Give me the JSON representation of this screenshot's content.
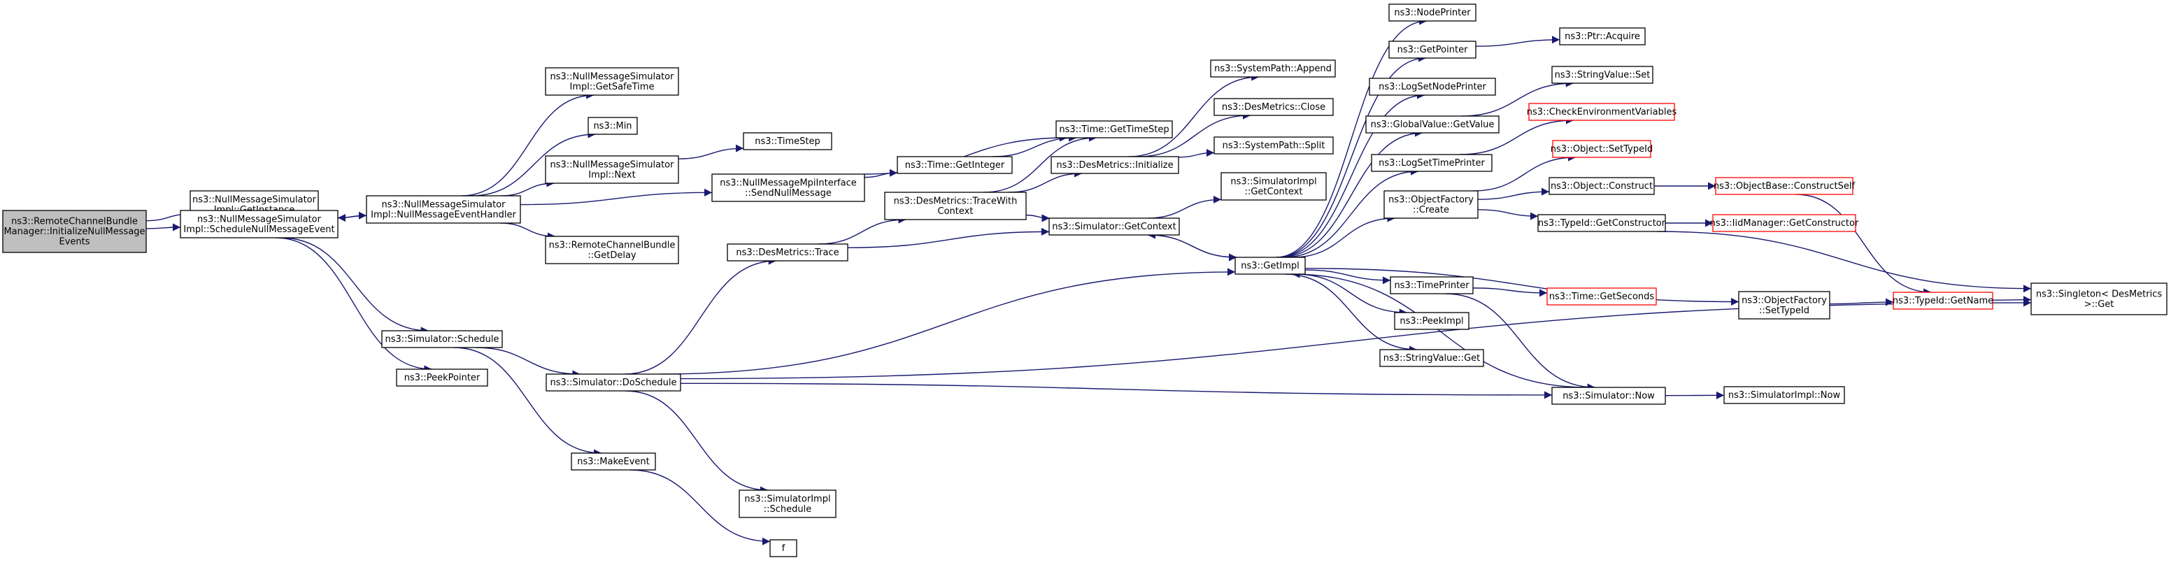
{
  "colors": {
    "edge": "#191970",
    "node_fill": "#ffffff",
    "node_stroke": "#000000",
    "root_fill": "#bfbfbf",
    "truncated_stroke": "#ff0000"
  },
  "nodes": [
    {
      "id": "root",
      "lines": [
        "ns3::RemoteChannelBundle",
        "Manager::InitializeNullMessage",
        "Events"
      ],
      "style": "root"
    },
    {
      "id": "nmsGetInstance",
      "lines": [
        "ns3::NullMessageSimulator",
        "Impl::GetInstance"
      ]
    },
    {
      "id": "nmsSchedNME",
      "lines": [
        "ns3::NullMessageSimulator",
        "Impl::ScheduleNullMessageEvent"
      ]
    },
    {
      "id": "nmsGetSafeTime",
      "lines": [
        "ns3::NullMessageSimulator",
        "Impl::GetSafeTime"
      ]
    },
    {
      "id": "min",
      "lines": [
        "ns3::Min"
      ]
    },
    {
      "id": "nmsNext",
      "lines": [
        "ns3::NullMessageSimulator",
        "Impl::Next"
      ]
    },
    {
      "id": "nmsNMEHandler",
      "lines": [
        "ns3::NullMessageSimulator",
        "Impl::NullMessageEventHandler"
      ]
    },
    {
      "id": "rcbGetDelay",
      "lines": [
        "ns3::RemoteChannelBundle",
        "::GetDelay"
      ]
    },
    {
      "id": "simSchedule",
      "lines": [
        "ns3::Simulator::Schedule"
      ]
    },
    {
      "id": "peekPointer",
      "lines": [
        "ns3::PeekPointer"
      ]
    },
    {
      "id": "timeStep",
      "lines": [
        "ns3::TimeStep"
      ]
    },
    {
      "id": "sendNullMsg",
      "lines": [
        "ns3::NullMessageMpiInterface",
        "::SendNullMessage"
      ]
    },
    {
      "id": "desTrace",
      "lines": [
        "ns3::DesMetrics::Trace"
      ]
    },
    {
      "id": "simDoSchedule",
      "lines": [
        "ns3::Simulator::DoSchedule"
      ]
    },
    {
      "id": "makeEvent",
      "lines": [
        "ns3::MakeEvent"
      ]
    },
    {
      "id": "simImplSchedule",
      "lines": [
        "ns3::SimulatorImpl",
        "::Schedule"
      ]
    },
    {
      "id": "f",
      "lines": [
        "f"
      ]
    },
    {
      "id": "timeGetInteger",
      "lines": [
        "ns3::Time::GetInteger"
      ]
    },
    {
      "id": "desTraceWithCtx",
      "lines": [
        "ns3::DesMetrics::TraceWith",
        "Context"
      ]
    },
    {
      "id": "timeGetTimeStep",
      "lines": [
        "ns3::Time::GetTimeStep"
      ]
    },
    {
      "id": "desInitialize",
      "lines": [
        "ns3::DesMetrics::Initialize"
      ]
    },
    {
      "id": "simGetContext",
      "lines": [
        "ns3::Simulator::GetContext"
      ]
    },
    {
      "id": "sysPathAppend",
      "lines": [
        "ns3::SystemPath::Append"
      ]
    },
    {
      "id": "desClose",
      "lines": [
        "ns3::DesMetrics::Close"
      ]
    },
    {
      "id": "sysPathSplit",
      "lines": [
        "ns3::SystemPath::Split"
      ]
    },
    {
      "id": "simImplGetContext",
      "lines": [
        "ns3::SimulatorImpl",
        "::GetContext"
      ]
    },
    {
      "id": "getImpl",
      "lines": [
        "ns3::GetImpl"
      ]
    },
    {
      "id": "nodePrinter",
      "lines": [
        "ns3::NodePrinter"
      ]
    },
    {
      "id": "getPointer",
      "lines": [
        "ns3::GetPointer"
      ]
    },
    {
      "id": "logSetNodePrinter",
      "lines": [
        "ns3::LogSetNodePrinter"
      ]
    },
    {
      "id": "gvGetValue",
      "lines": [
        "ns3::GlobalValue::GetValue"
      ]
    },
    {
      "id": "logSetTimePrinter",
      "lines": [
        "ns3::LogSetTimePrinter"
      ]
    },
    {
      "id": "objFactoryCreate",
      "lines": [
        "ns3::ObjectFactory",
        "::Create"
      ]
    },
    {
      "id": "timePrinter",
      "lines": [
        "ns3::TimePrinter"
      ]
    },
    {
      "id": "peekImpl",
      "lines": [
        "ns3::PeekImpl"
      ]
    },
    {
      "id": "svGet",
      "lines": [
        "ns3::StringValue::Get"
      ]
    },
    {
      "id": "simNow",
      "lines": [
        "ns3::Simulator::Now"
      ]
    },
    {
      "id": "ptrAcquire",
      "lines": [
        "ns3::Ptr::Acquire"
      ]
    },
    {
      "id": "svSet",
      "lines": [
        "ns3::StringValue::Set"
      ]
    },
    {
      "id": "checkEnvVars",
      "lines": [
        "ns3::CheckEnvironmentVariables"
      ],
      "style": "truncated"
    },
    {
      "id": "objSetTypeId",
      "lines": [
        "ns3::Object::SetTypeId"
      ],
      "style": "truncated"
    },
    {
      "id": "objConstruct",
      "lines": [
        "ns3::Object::Construct"
      ]
    },
    {
      "id": "typeIdGetCtor",
      "lines": [
        "ns3::TypeId::GetConstructor"
      ]
    },
    {
      "id": "timeGetSeconds",
      "lines": [
        "ns3::Time::GetSeconds"
      ],
      "style": "truncated"
    },
    {
      "id": "objFactorySetTypeId",
      "lines": [
        "ns3::ObjectFactory",
        "::SetTypeId"
      ]
    },
    {
      "id": "simImplNow",
      "lines": [
        "ns3::SimulatorImpl::Now"
      ]
    },
    {
      "id": "objBaseConstructSelf",
      "lines": [
        "ns3::ObjectBase::ConstructSelf"
      ],
      "style": "truncated"
    },
    {
      "id": "iidMgrGetCtor",
      "lines": [
        "ns3::IidManager::GetConstructor"
      ],
      "style": "truncated"
    },
    {
      "id": "typeIdGetName",
      "lines": [
        "ns3::TypeId::GetName"
      ],
      "style": "truncated"
    },
    {
      "id": "singletonGet",
      "lines": [
        "ns3::Singleton< DesMetrics",
        " >::Get"
      ]
    }
  ],
  "edges": [
    [
      "root",
      "nmsGetInstance"
    ],
    [
      "root",
      "nmsSchedNME"
    ],
    [
      "nmsSchedNME",
      "nmsNMEHandler"
    ],
    [
      "nmsSchedNME",
      "simSchedule"
    ],
    [
      "nmsSchedNME",
      "peekPointer"
    ],
    [
      "nmsNMEHandler",
      "nmsSchedNME"
    ],
    [
      "nmsNMEHandler",
      "nmsGetSafeTime"
    ],
    [
      "nmsNMEHandler",
      "min"
    ],
    [
      "nmsNMEHandler",
      "nmsNext"
    ],
    [
      "nmsNMEHandler",
      "rcbGetDelay"
    ],
    [
      "nmsNMEHandler",
      "sendNullMsg"
    ],
    [
      "nmsNext",
      "timeStep"
    ],
    [
      "simSchedule",
      "simDoSchedule"
    ],
    [
      "simSchedule",
      "makeEvent"
    ],
    [
      "makeEvent",
      "f"
    ],
    [
      "sendNullMsg",
      "timeGetInteger"
    ],
    [
      "sendNullMsg",
      "timeGetTimeStep"
    ],
    [
      "timeGetInteger",
      "timeGetTimeStep"
    ],
    [
      "simDoSchedule",
      "desTrace"
    ],
    [
      "simDoSchedule",
      "getImpl"
    ],
    [
      "simDoSchedule",
      "simImplSchedule"
    ],
    [
      "simDoSchedule",
      "simNow"
    ],
    [
      "simDoSchedule",
      "singletonGet"
    ],
    [
      "desTrace",
      "desTraceWithCtx"
    ],
    [
      "desTrace",
      "simGetContext"
    ],
    [
      "desTraceWithCtx",
      "timeGetTimeStep"
    ],
    [
      "desTraceWithCtx",
      "desInitialize"
    ],
    [
      "desTraceWithCtx",
      "simGetContext"
    ],
    [
      "desInitialize",
      "sysPathAppend"
    ],
    [
      "desInitialize",
      "desClose"
    ],
    [
      "desInitialize",
      "sysPathSplit"
    ],
    [
      "simGetContext",
      "getImpl"
    ],
    [
      "simGetContext",
      "simImplGetContext"
    ],
    [
      "getImpl",
      "simGetContext"
    ],
    [
      "getImpl",
      "nodePrinter"
    ],
    [
      "getImpl",
      "getPointer"
    ],
    [
      "getImpl",
      "logSetNodePrinter"
    ],
    [
      "getImpl",
      "gvGetValue"
    ],
    [
      "getImpl",
      "logSetTimePrinter"
    ],
    [
      "getImpl",
      "objFactoryCreate"
    ],
    [
      "getImpl",
      "timePrinter"
    ],
    [
      "getImpl",
      "peekImpl"
    ],
    [
      "getImpl",
      "svGet"
    ],
    [
      "getImpl",
      "objFactorySetTypeId"
    ],
    [
      "getPointer",
      "ptrAcquire"
    ],
    [
      "gvGetValue",
      "svSet"
    ],
    [
      "logSetTimePrinter",
      "checkEnvVars"
    ],
    [
      "objFactoryCreate",
      "objSetTypeId"
    ],
    [
      "objFactoryCreate",
      "objConstruct"
    ],
    [
      "objFactoryCreate",
      "typeIdGetCtor"
    ],
    [
      "objConstruct",
      "objBaseConstructSelf"
    ],
    [
      "typeIdGetCtor",
      "iidMgrGetCtor"
    ],
    [
      "typeIdGetCtor",
      "singletonGet"
    ],
    [
      "timePrinter",
      "timeGetSeconds"
    ],
    [
      "timePrinter",
      "simNow"
    ],
    [
      "simNow",
      "getImpl"
    ],
    [
      "simNow",
      "simImplNow"
    ],
    [
      "objFactorySetTypeId",
      "typeIdGetName"
    ],
    [
      "objBaseConstructSelf",
      "typeIdGetName"
    ],
    [
      "typeIdGetName",
      "singletonGet"
    ]
  ]
}
